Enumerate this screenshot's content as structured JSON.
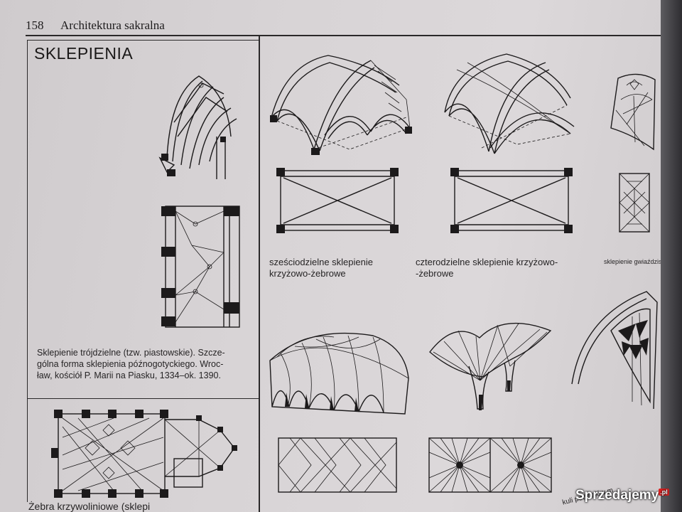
{
  "header": {
    "page_number": "158",
    "running_title": "Architektura sakralna"
  },
  "section_title": "SKLEPIENIA",
  "captions": {
    "trojdzielne": [
      "Sklepienie trójdzielne (tzw. piastowskie). Szcze-",
      "gólna forma sklepienia późnogotyckiego. Wroc-",
      "ław, kościół P. Marii na Piasku, 1334–ok. 1390."
    ],
    "szesciodzielne": [
      "sześciodzielne sklepienie",
      "krzyżowo-żebrowe"
    ],
    "czterodzielne": [
      "czterodzielne sklepienie krzyżowo-",
      "-żebrowe"
    ],
    "gwiazdziste": "sklepienie gwiaździste",
    "zebra": "Żebra krzywoliniowe (sklepi",
    "podzialow": "kuli podziałów m"
  },
  "watermark": {
    "text": "Sprzedajemy",
    "suffix": ".pl"
  },
  "colors": {
    "paper": "#d8d4d6",
    "ink": "#1c1a1b",
    "background": "#3a3a3c"
  }
}
